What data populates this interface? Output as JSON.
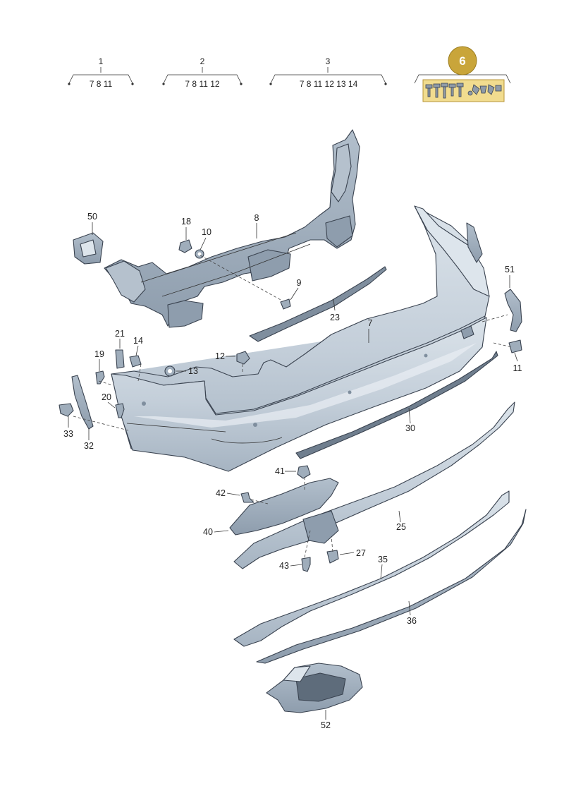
{
  "groups": [
    {
      "id": "1",
      "items": "7  8  11"
    },
    {
      "id": "2",
      "items": "7  8  11  12"
    },
    {
      "id": "3",
      "items": "7  8  11  12  13  14"
    }
  ],
  "badge": {
    "number": "6",
    "color": "#c9a53a",
    "strip_color": "#f1dc8f"
  },
  "callouts": {
    "c50": "50",
    "c18": "18",
    "c10": "10",
    "c8": "8",
    "c9": "9",
    "c23": "23",
    "c7": "7",
    "c51": "51",
    "c11": "11",
    "c21": "21",
    "c14": "14",
    "c19": "19",
    "c12": "12",
    "c13": "13",
    "c20": "20",
    "c33": "33",
    "c32": "32",
    "c30": "30",
    "c41": "41",
    "c42": "42",
    "c40": "40",
    "c25": "25",
    "c27": "27",
    "c43": "43",
    "c35": "35",
    "c36": "36",
    "c52": "52"
  },
  "colors": {
    "part_fill": "#c3ced9",
    "part_dark": "#9fadbb",
    "outline": "#3a4350"
  }
}
